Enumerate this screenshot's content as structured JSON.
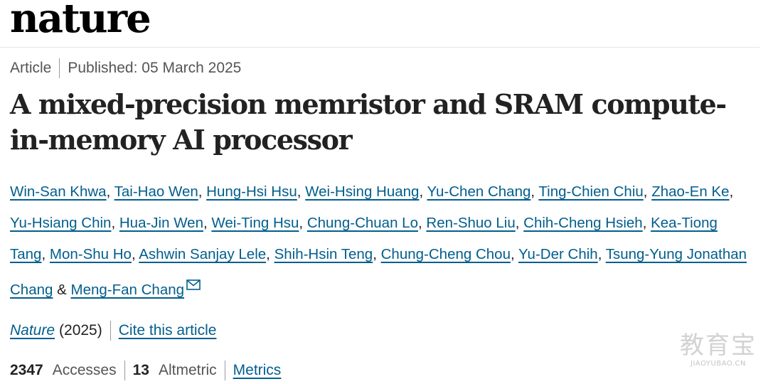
{
  "header": {
    "brand": "nature"
  },
  "meta": {
    "type": "Article",
    "published": "Published: 05 March 2025"
  },
  "article": {
    "title": "A mixed-precision memristor and SRAM compute-in-memory AI processor"
  },
  "authors": [
    "Win-San Khwa",
    "Tai-Hao Wen",
    "Hung-Hsi Hsu",
    "Wei-Hsing Huang",
    "Yu-Chen Chang",
    "Ting-Chien Chiu",
    "Zhao-En Ke",
    "Yu-Hsiang Chin",
    "Hua-Jin Wen",
    "Wei-Ting Hsu",
    "Chung-Chuan Lo",
    "Ren-Shuo Liu",
    "Chih-Cheng Hsieh",
    "Kea-Tiong Tang",
    "Mon-Shu Ho",
    "Ashwin Sanjay Lele",
    "Shih-Hsin Teng",
    "Chung-Cheng Chou",
    "Yu-Der Chih",
    "Tsung-Yung Jonathan Chang",
    "Meng-Fan Chang"
  ],
  "authors_text": {
    "separator": ", ",
    "last_separator": " & "
  },
  "icons": {
    "corresponding_author": "mail-icon"
  },
  "citation": {
    "journal": "Nature",
    "year": "(2025)",
    "cite_link": "Cite this article"
  },
  "metrics": {
    "accesses_value": "2347",
    "accesses_label": "Accesses",
    "altmetric_value": "13",
    "altmetric_label": "Altmetric",
    "metrics_link": "Metrics"
  },
  "watermark": {
    "logo": "教育宝",
    "url": "JIAOYUBAO.CN"
  },
  "colors": {
    "link": "#025e8d",
    "text": "#222222",
    "muted": "#555555"
  }
}
